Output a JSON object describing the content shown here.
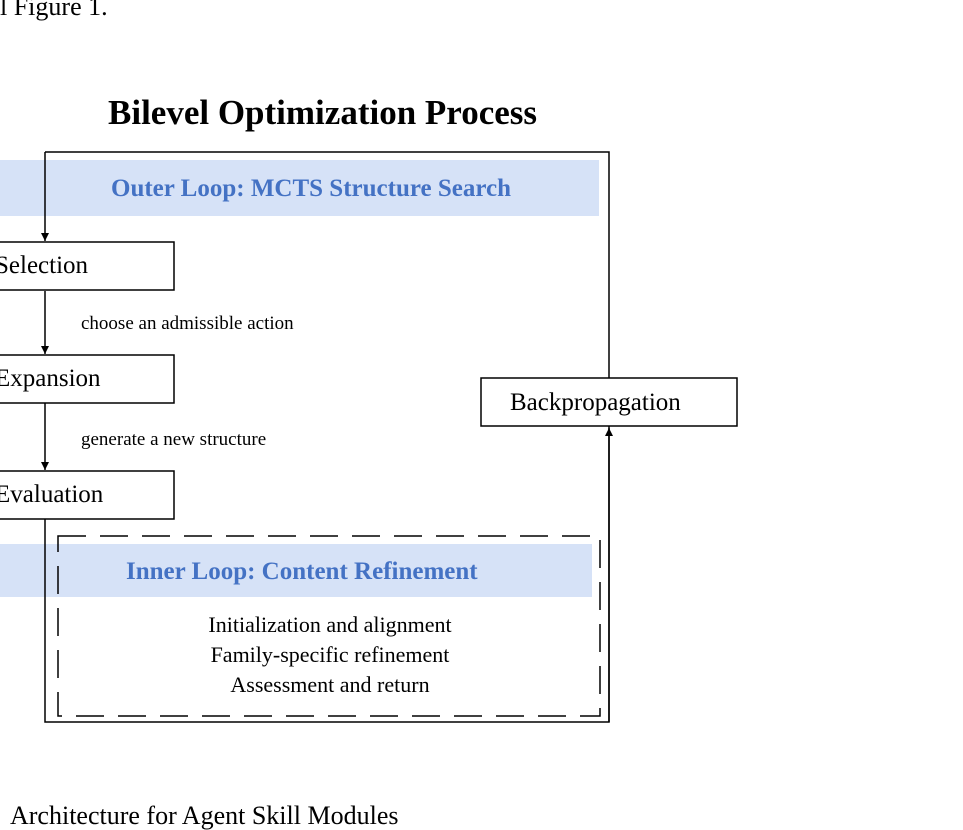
{
  "header_fragment": "l Figure 1.",
  "title": "Bilevel Optimization Process",
  "outer_loop": {
    "label": "Outer Loop: MCTS Structure Search"
  },
  "nodes": {
    "selection": "Selection",
    "expansion": "Expansion",
    "evaluation": "Evaluation",
    "backpropagation": "Backpropagation"
  },
  "edges": {
    "selection_to_expansion": "choose an admissible action",
    "expansion_to_evaluation": "generate a new structure"
  },
  "inner_loop": {
    "label": "Inner Loop: Content Refinement",
    "steps": [
      "Initialization and alignment",
      "Family-specific refinement",
      "Assessment and return"
    ]
  },
  "footer_fragment": "Architecture for Agent Skill Modules",
  "colors": {
    "band_fill": "#d6e2f7",
    "band_text": "#4472c4",
    "line": "#000000"
  }
}
